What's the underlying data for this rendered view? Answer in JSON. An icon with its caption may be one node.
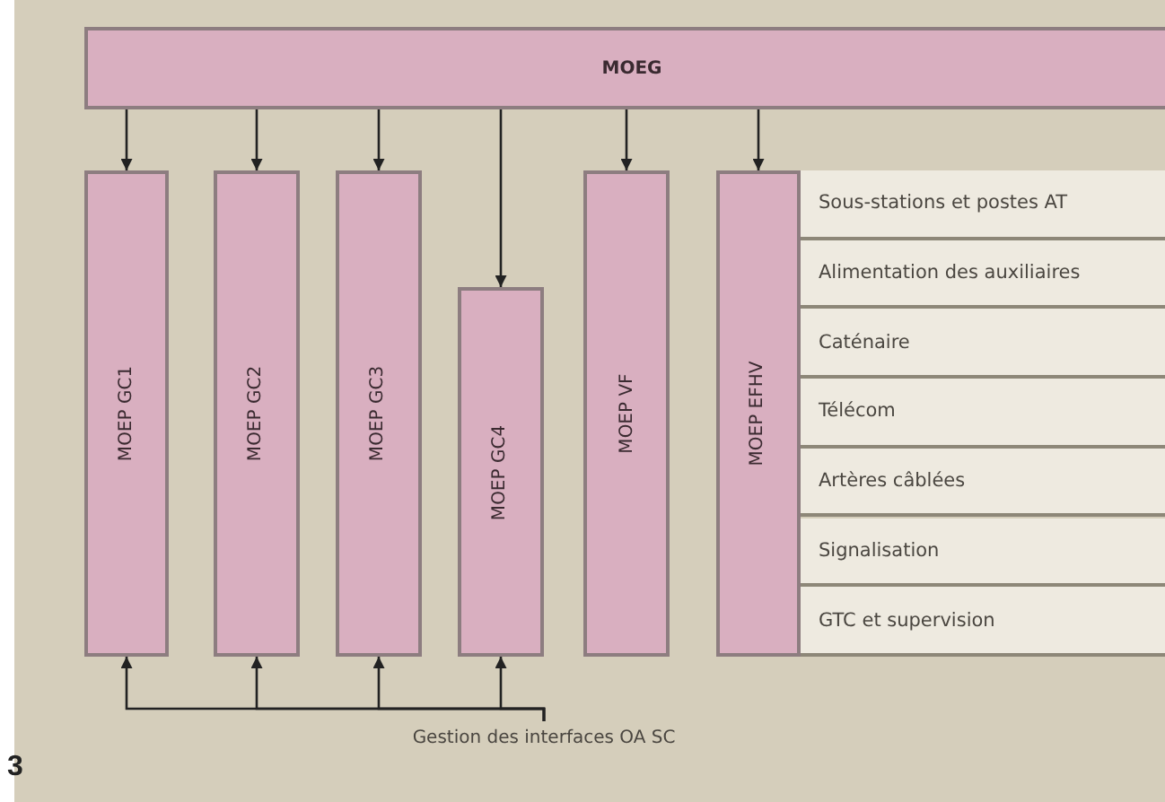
{
  "diagram": {
    "nodes": [
      {
        "text": [
          "MOEG"
        ]
      },
      {
        "text": [
          "MOEP GC1"
        ]
      },
      {
        "text": [
          "MOEP GC2"
        ]
      },
      {
        "text": [
          "MOEP GC3"
        ]
      },
      {
        "text": [
          "MOEP GC4"
        ]
      },
      {
        "text": [
          "MOEP VF"
        ]
      },
      {
        "text": [
          "MOEP EFHV"
        ]
      },
      {
        "text": [
          "Sous-stations et postes AT"
        ]
      },
      {
        "text": [
          "Alimentation des auxiliaires"
        ]
      },
      {
        "text": [
          "Caténaire"
        ]
      },
      {
        "text": [
          "Télécom"
        ]
      },
      {
        "text": [
          "Artères câblées"
        ]
      },
      {
        "text": [
          "Signalisation"
        ]
      },
      {
        "text": [
          "GTC et supervision"
        ]
      },
      {
        "text": [
          "Gestion des interfaces OA SC"
        ]
      }
    ],
    "edges": [
      {
        "from": 0,
        "to": 1,
        "arrow": "to"
      },
      {
        "from": 0,
        "to": 2,
        "arrow": "to"
      },
      {
        "from": 0,
        "to": 3,
        "arrow": "to"
      },
      {
        "from": 0,
        "to": 4,
        "arrow": "to"
      },
      {
        "from": 0,
        "to": 5,
        "arrow": "to"
      },
      {
        "from": 0,
        "to": 6,
        "arrow": "to"
      },
      {
        "from": 14,
        "to": 1,
        "arrow": "to"
      },
      {
        "from": 14,
        "to": 2,
        "arrow": "to"
      },
      {
        "from": 14,
        "to": 3,
        "arrow": "to"
      },
      {
        "from": 14,
        "to": 4,
        "arrow": "to"
      }
    ],
    "labels": [
      "3"
    ]
  }
}
